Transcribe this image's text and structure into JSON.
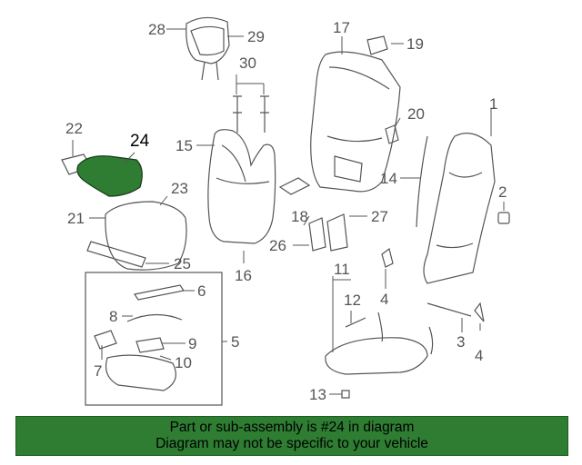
{
  "diagram": {
    "highlighted_part": "24",
    "highlight_color": "#2e7d32",
    "line_color": "#555555",
    "callouts": {
      "c1": "1",
      "c2": "2",
      "c3": "3",
      "c4a": "4",
      "c4b": "4",
      "c5": "5",
      "c6": "6",
      "c7": "7",
      "c8": "8",
      "c9": "9",
      "c10": "10",
      "c11": "11",
      "c12": "12",
      "c13": "13",
      "c14": "14",
      "c15": "15",
      "c16": "16",
      "c17": "17",
      "c18": "18",
      "c19": "19",
      "c20": "20",
      "c21": "21",
      "c22": "22",
      "c23": "23",
      "c24": "24",
      "c25": "25",
      "c26": "26",
      "c27": "27",
      "c28": "28",
      "c29": "29",
      "c30": "30"
    }
  },
  "banner": {
    "line1": "Part or sub-assembly is #24 in diagram",
    "line2": "Diagram may not be specific to your vehicle",
    "background": "#2e7d32"
  }
}
